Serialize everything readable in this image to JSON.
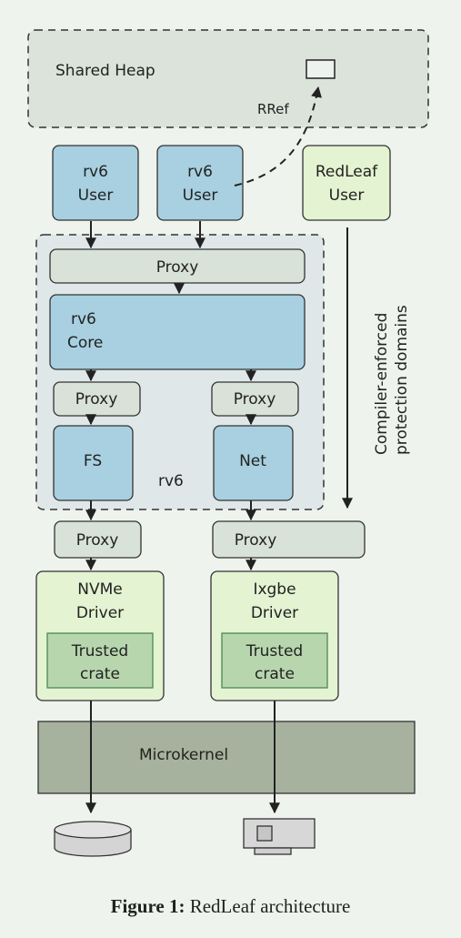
{
  "shared_heap": {
    "label": "Shared Heap",
    "rref_label": "RRef"
  },
  "rv6_user_1": {
    "line1": "rv6",
    "line2": "User"
  },
  "rv6_user_2": {
    "line1": "rv6",
    "line2": "User"
  },
  "redleaf_user": {
    "line1": "RedLeaf",
    "line2": "User"
  },
  "rv6_domain": {
    "label": "rv6",
    "proxy_label": "Proxy",
    "core": {
      "line1": "rv6",
      "line2": "Core"
    },
    "fs_proxy_label": "Proxy",
    "net_proxy_label": "Proxy",
    "fs_label": "FS",
    "net_label": "Net"
  },
  "nvme_proxy_label": "Proxy",
  "ixgbe_proxy_label": "Proxy",
  "nvme_driver": {
    "line1": "NVMe",
    "line2": "Driver",
    "crate_line1": "Trusted",
    "crate_line2": "crate"
  },
  "ixgbe_driver": {
    "line1": "Ixgbe",
    "line2": "Driver",
    "crate_line1": "Trusted",
    "crate_line2": "crate"
  },
  "microkernel_label": "Microkernel",
  "protection": {
    "line1": "Compiler-enforced",
    "line2": "protection domains"
  },
  "caption": {
    "prefix": "Figure 1:",
    "text": "RedLeaf architecture"
  },
  "colors": {
    "background": "#eef3ed",
    "blue_box": "#a8d0e0",
    "gray_box": "#d8e2d8",
    "green_box": "#e4f3d2",
    "trusted_crate": "#b7d6ae",
    "microkernel": "#a6b29d",
    "stroke": "#333333"
  },
  "icons": [
    "disk-icon",
    "nic-icon"
  ]
}
